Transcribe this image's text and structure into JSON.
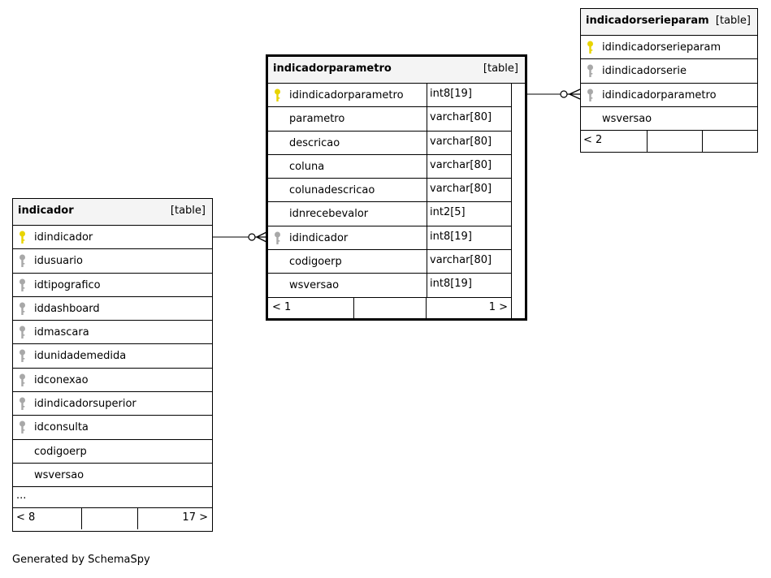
{
  "tables": {
    "indicadorparametro": {
      "name": "indicadorparametro",
      "type": "[table]",
      "columns": [
        {
          "name": "idindicadorparametro",
          "type": "int8[19]",
          "key": "pk"
        },
        {
          "name": "parametro",
          "type": "varchar[80]",
          "key": ""
        },
        {
          "name": "descricao",
          "type": "varchar[80]",
          "key": ""
        },
        {
          "name": "coluna",
          "type": "varchar[80]",
          "key": ""
        },
        {
          "name": "colunadescricao",
          "type": "varchar[80]",
          "key": ""
        },
        {
          "name": "idnrecebevalor",
          "type": "int2[5]",
          "key": ""
        },
        {
          "name": "idindicador",
          "type": "int8[19]",
          "key": "fk"
        },
        {
          "name": "codigoerp",
          "type": "varchar[80]",
          "key": ""
        },
        {
          "name": "wsversao",
          "type": "int8[19]",
          "key": ""
        }
      ],
      "footer": {
        "parents": "< 1",
        "children": "1 >"
      }
    },
    "indicador": {
      "name": "indicador",
      "type": "[table]",
      "columns": [
        {
          "name": "idindicador",
          "key": "pk"
        },
        {
          "name": "idusuario",
          "key": "fk"
        },
        {
          "name": "idtipografico",
          "key": "fk"
        },
        {
          "name": "iddashboard",
          "key": "fk"
        },
        {
          "name": "idmascara",
          "key": "fk"
        },
        {
          "name": "idunidademedida",
          "key": "fk"
        },
        {
          "name": "idconexao",
          "key": "fk"
        },
        {
          "name": "idindicadorsuperior",
          "key": "fk"
        },
        {
          "name": "idconsulta",
          "key": "fk"
        },
        {
          "name": "codigoerp",
          "key": ""
        },
        {
          "name": "wsversao",
          "key": ""
        }
      ],
      "more": "...",
      "footer": {
        "parents": "< 8",
        "children": "17 >"
      }
    },
    "indicadorserieparam": {
      "name": "indicadorserieparam",
      "type": "[table]",
      "columns": [
        {
          "name": "idindicadorserieparam",
          "key": "pk"
        },
        {
          "name": "idindicadorserie",
          "key": "fk"
        },
        {
          "name": "idindicadorparametro",
          "key": "fk"
        },
        {
          "name": "wsversao",
          "key": ""
        }
      ],
      "footer": {
        "parents": "< 2",
        "children": ""
      }
    }
  },
  "colors": {
    "pk_key": "#e8d400",
    "fk_key": "#a8a8a8",
    "header_bg": "#f4f4f4"
  },
  "generated_by": "Generated by SchemaSpy"
}
